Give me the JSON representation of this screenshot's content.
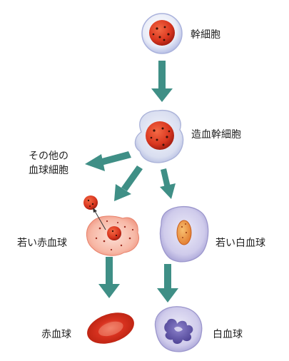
{
  "labels": {
    "stem_cell": "幹細胞",
    "hematopoietic_stem_cell": "造血幹細胞",
    "other_blood_cells_line1": "その他の",
    "other_blood_cells_line2": "血球細胞",
    "young_red_blood_cell": "若い赤血球",
    "young_white_blood_cell": "若い白血球",
    "red_blood_cell": "赤血球",
    "white_blood_cell": "白血球"
  },
  "colors": {
    "arrow": "#3f8f86",
    "nucleus_red": "#d9361f",
    "young_rbc_pink": "#f6b1a0",
    "wbc_purple": "#cbc7ea",
    "wbc_nucleus": "#6b5fb3",
    "rbc_red": "#d8321f"
  }
}
